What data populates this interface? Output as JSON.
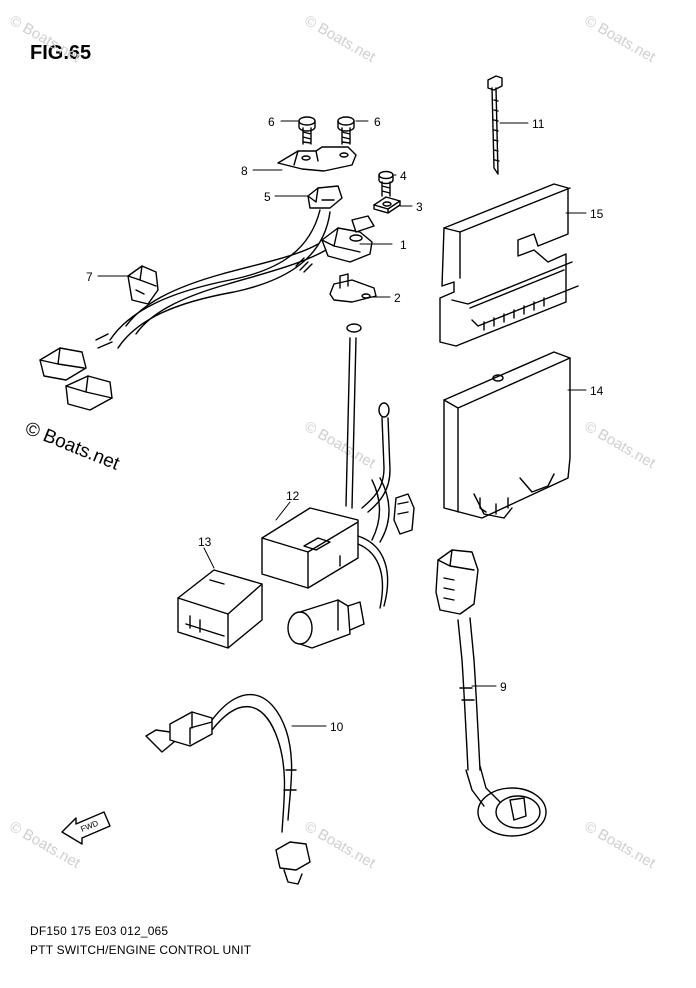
{
  "figure": {
    "title": "FIG.65",
    "code": "DF150 175 E03 012_065",
    "name": "PTT SWITCH/ENGINE CONTROL UNIT"
  },
  "copyright": "© Boats.net",
  "watermark": "© Boats.net",
  "callouts": [
    "1",
    "2",
    "3",
    "4",
    "5",
    "6",
    "6",
    "7",
    "8",
    "9",
    "10",
    "11",
    "12",
    "13",
    "14",
    "15"
  ],
  "fwd_label": "FWD"
}
